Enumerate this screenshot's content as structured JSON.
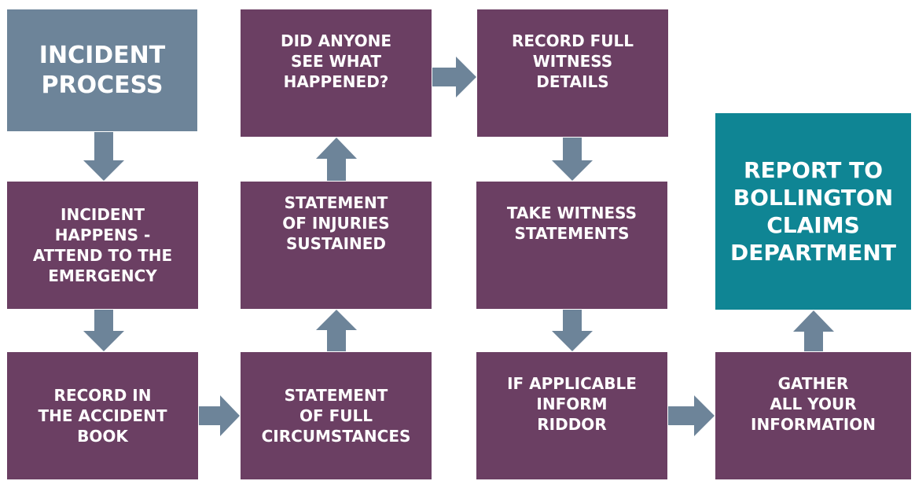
{
  "colors": {
    "purple": "#6b3f63",
    "slate": "#6d8499",
    "teal": "#0f8594",
    "arrow": "#6d8499",
    "text": "#ffffff"
  },
  "title": "INCIDENT\nPROCESS",
  "steps": {
    "incident_happens": "INCIDENT\nHAPPENS -\nATTEND TO THE\nEMERGENCY",
    "record_accident_book": "RECORD IN\nTHE ACCIDENT\nBOOK",
    "statement_circumstances": "STATEMENT\nOF FULL\nCIRCUMSTANCES",
    "statement_injuries": "STATEMENT\nOF INJURIES\nSUSTAINED",
    "did_anyone_see": "DID ANYONE\nSEE WHAT\nHAPPENED?",
    "record_witness_details": "RECORD FULL\nWITNESS\nDETAILS",
    "take_witness_statements": "TAKE WITNESS\nSTATEMENTS",
    "inform_riddor": "IF APPLICABLE\nINFORM\nRIDDOR",
    "gather_information": "GATHER\nALL YOUR\nINFORMATION"
  },
  "final_step": "REPORT TO\nBOLLINGTON\nCLAIMS\nDEPARTMENT"
}
